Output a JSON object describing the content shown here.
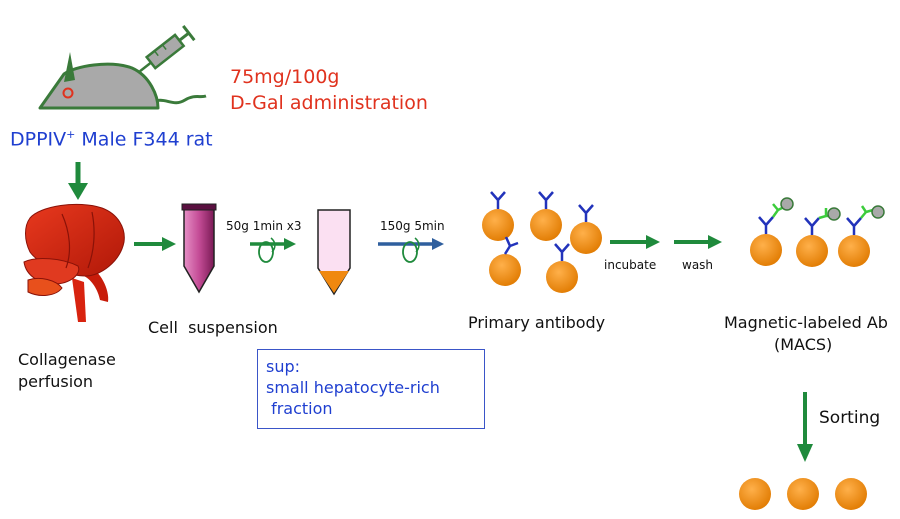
{
  "rat": {
    "label_main": "DPPIV",
    "label_sup": "+",
    "label_rest": " Male F344 rat"
  },
  "dose": {
    "amount": "75mg/100g",
    "agent": "D-Gal administration"
  },
  "steps": {
    "perfusion": "Collagenase\nperfusion",
    "suspension": "Cell  suspension",
    "spin1": "50g 1min x3",
    "spin2": "150g 5min",
    "primary": "Primary antibody",
    "incubate": "incubate",
    "wash": "wash",
    "magnetic": "Magnetic-labeled Ab",
    "macs": "(MACS)",
    "sorting": "Sorting"
  },
  "sup_box": {
    "line1": "sup:",
    "line2": "small hepatocyte-rich",
    "line3": " fraction"
  },
  "colors": {
    "arrow_green": "#1f8a3c",
    "arrow_blue": "#2f5f9e",
    "text_red": "#e0321e",
    "text_blue": "#1f3fd0",
    "cell_orange": "#f0880f",
    "liver_red": "#d8230f",
    "antibody_blue": "#2233bb",
    "tube_magenta": "#b0307a"
  }
}
